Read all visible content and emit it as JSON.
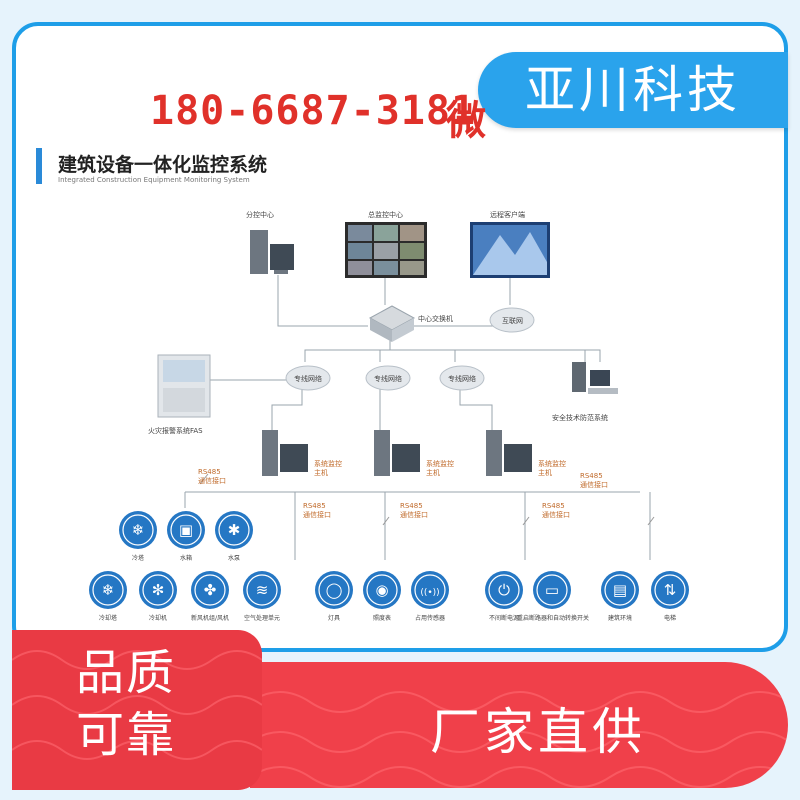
{
  "brand": "亚川科技",
  "phone": {
    "number": "180-6687-3181",
    "suffix": "微"
  },
  "diagram": {
    "title": "建筑设备一体化监控系统",
    "subtitle": "Integrated Construction Equipment Monitoring System",
    "nodes": {
      "branch_center": "分控中心",
      "main_monitor": "总监控中心",
      "remote_client": "远程客户端",
      "central_switch": "中心交换机",
      "internet": "互联网",
      "private_net": "专线网络",
      "fire_alarm": "火灾报警系统FAS",
      "security": "安全技术防范系统",
      "host": "系统监控\n主机",
      "rs485": "RS485\n通信接口"
    },
    "icons": [
      {
        "name": "cooling-tower-icon",
        "label": "冷塔"
      },
      {
        "name": "water-tank-icon",
        "label": "水箱"
      },
      {
        "name": "water-pump-icon",
        "label": "水泵"
      },
      {
        "name": "chiller-icon",
        "label": "冷却塔"
      },
      {
        "name": "snowflake-icon",
        "label": "冷却机"
      },
      {
        "name": "fan-icon",
        "label": "新风机组/风机"
      },
      {
        "name": "air-handler-icon",
        "label": "空气处理单元"
      },
      {
        "name": "lightbulb-icon",
        "label": "灯具"
      },
      {
        "name": "meter-icon",
        "label": "照度表"
      },
      {
        "name": "sensor-icon",
        "label": "占用传感器"
      },
      {
        "name": "power-icon",
        "label": "不间断电源"
      },
      {
        "name": "switch-icon",
        "label": "重启断路器和自动转换开关"
      },
      {
        "name": "monitor-icon",
        "label": "建筑环境"
      },
      {
        "name": "elevator-icon",
        "label": "电梯"
      }
    ]
  },
  "badges": {
    "quality_line1": "品质",
    "quality_line2": "可靠",
    "slogan": "厂家直供"
  },
  "colors": {
    "frame": "#1e9ee8",
    "brand_bg": "#2aa3ec",
    "phone": "#e0312a",
    "icon_blue": "#2577c4",
    "ribbon": "#f0404a"
  }
}
